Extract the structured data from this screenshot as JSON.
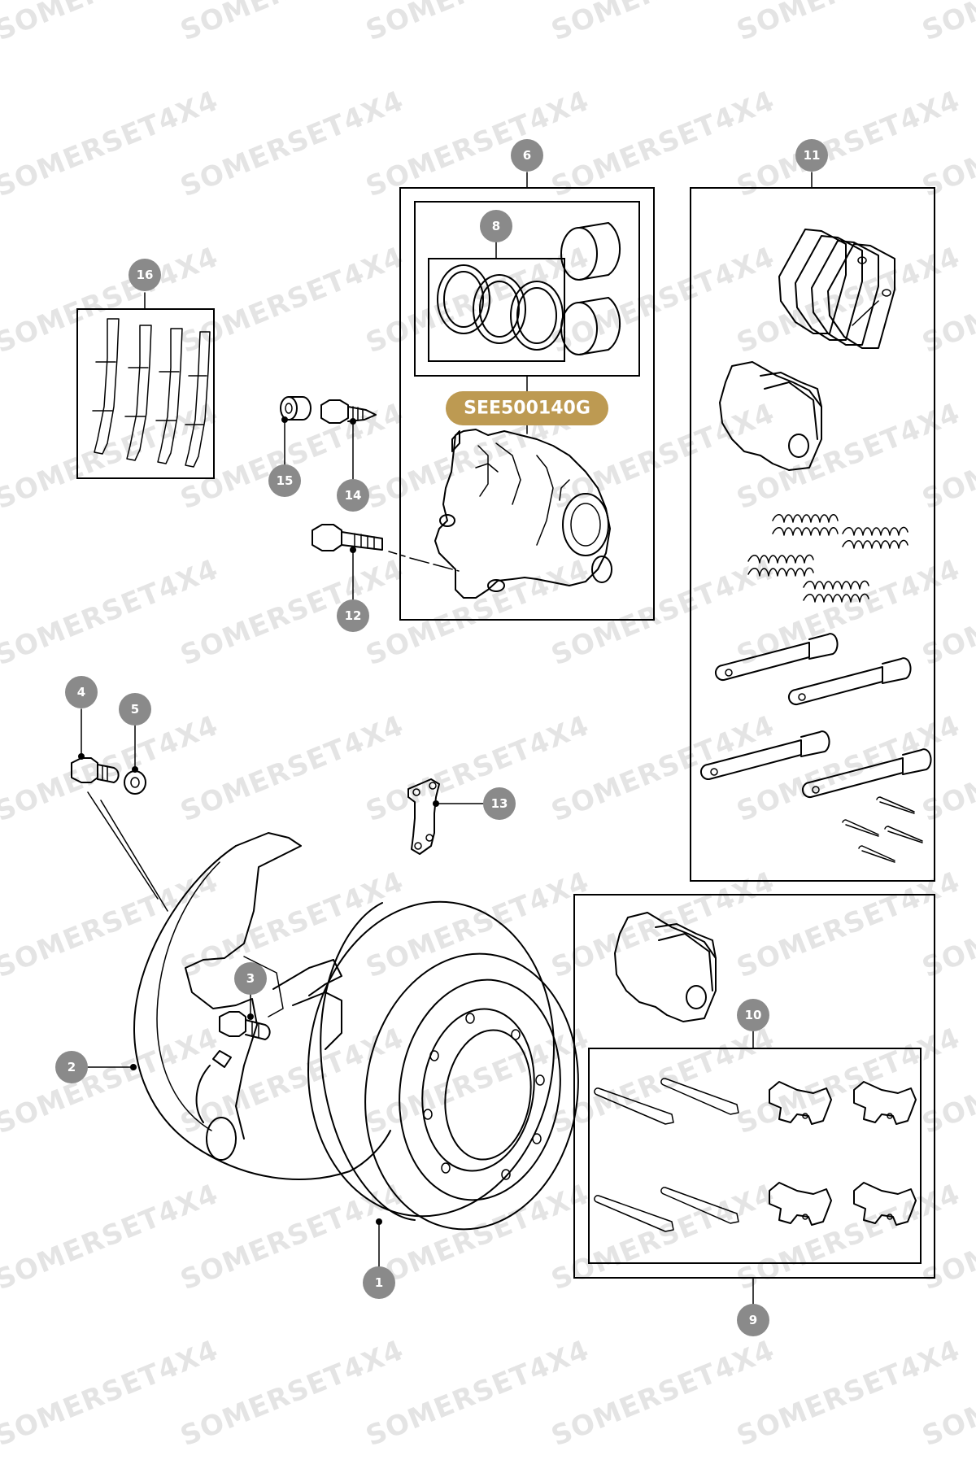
{
  "watermark_text": "SOMERSET4X4",
  "reference_badge": "SEE500140G",
  "callouts": {
    "c1": "1",
    "c2": "2",
    "c3": "3",
    "c4": "4",
    "c5": "5",
    "c6": "6",
    "c8": "8",
    "c9": "9",
    "c10": "10",
    "c11": "11",
    "c12": "12",
    "c13": "13",
    "c14": "14",
    "c15": "15",
    "c16": "16"
  },
  "colors": {
    "callout": "#8a8a8a",
    "badge": "#bd9a52",
    "line": "#000000"
  }
}
